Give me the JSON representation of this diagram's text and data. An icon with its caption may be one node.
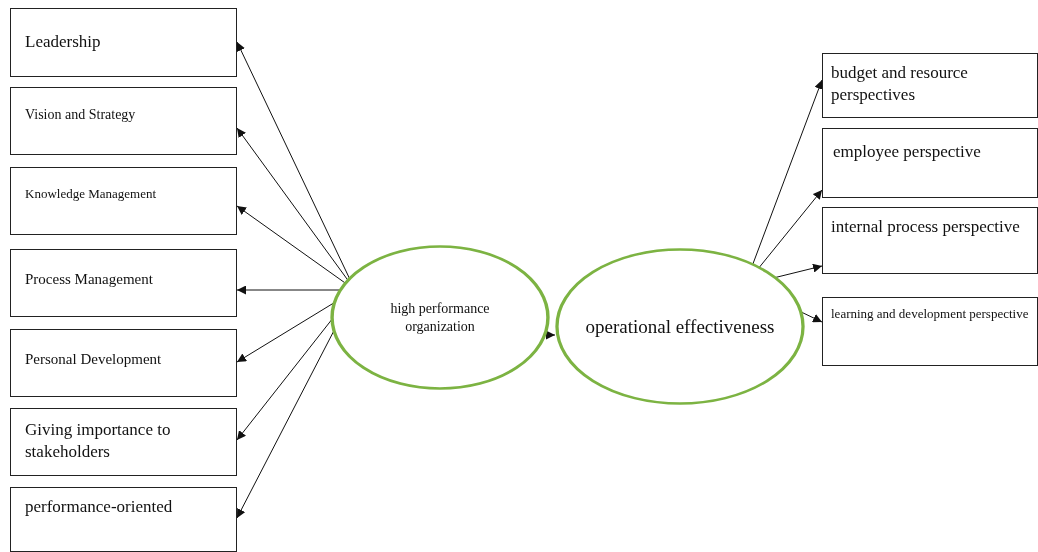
{
  "diagram": {
    "nodes": [
      {
        "text": [
          "Leadership"
        ]
      },
      {
        "text": [
          "Vision and Strategy"
        ]
      },
      {
        "text": [
          "Knowledge Management"
        ]
      },
      {
        "text": [
          "Process Management"
        ]
      },
      {
        "text": [
          "Personal Development"
        ]
      },
      {
        "text": [
          "Giving importance to stakeholders"
        ]
      },
      {
        "text": [
          "performance-oriented"
        ]
      },
      {
        "text": [
          "high performance organization"
        ]
      },
      {
        "text": [
          "operational effectiveness"
        ]
      },
      {
        "text": [
          "budget and resource perspectives"
        ]
      },
      {
        "text": [
          "employee perspective"
        ]
      },
      {
        "text": [
          "internal process perspective"
        ]
      },
      {
        "text": [
          "learning and development perspective"
        ]
      }
    ],
    "edges": [
      {
        "from": 7,
        "to": 0,
        "arrow": "to"
      },
      {
        "from": 7,
        "to": 1,
        "arrow": "to"
      },
      {
        "from": 7,
        "to": 2,
        "arrow": "to"
      },
      {
        "from": 7,
        "to": 3,
        "arrow": "to"
      },
      {
        "from": 7,
        "to": 4,
        "arrow": "to"
      },
      {
        "from": 7,
        "to": 5,
        "arrow": "to"
      },
      {
        "from": 7,
        "to": 6,
        "arrow": "to"
      },
      {
        "from": 7,
        "to": 8,
        "arrow": "to"
      },
      {
        "from": 8,
        "to": 9,
        "arrow": "to"
      },
      {
        "from": 8,
        "to": 10,
        "arrow": "to"
      },
      {
        "from": 8,
        "to": 11,
        "arrow": "to"
      },
      {
        "from": 8,
        "to": 12,
        "arrow": "to"
      }
    ]
  }
}
